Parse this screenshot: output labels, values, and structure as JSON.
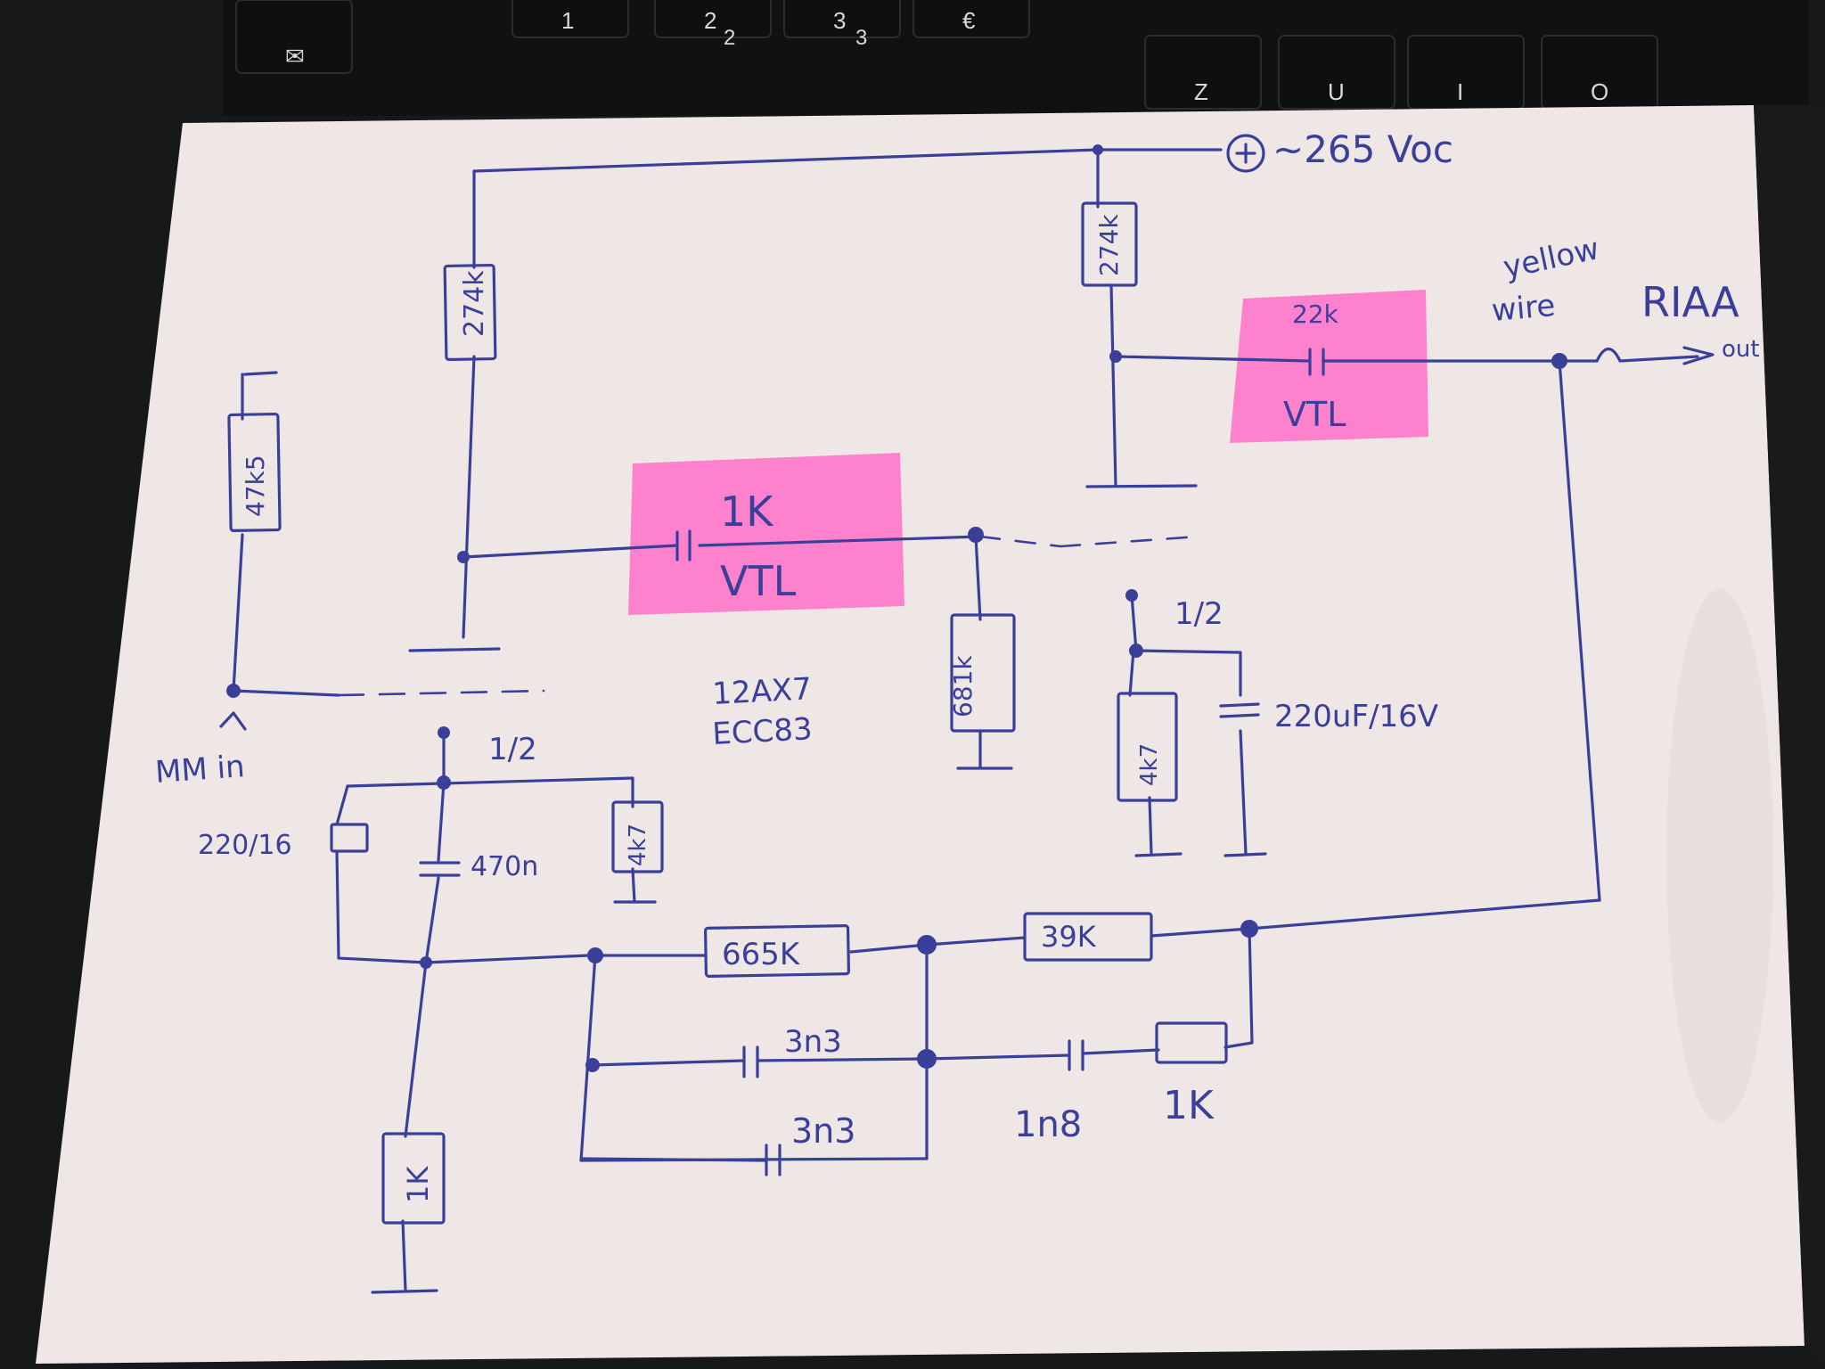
{
  "keyboard": {
    "keys": [
      "✉",
      "1",
      "2",
      "3",
      "€",
      "Z",
      "U",
      "I",
      "O"
    ],
    "subkeys": [
      "2",
      "3"
    ]
  },
  "supply": {
    "label": "~265 Voc",
    "symbol": "+"
  },
  "resistors": {
    "r_plate1": "274k",
    "r_plate2": "274k",
    "r_grid": "47k5",
    "r_grid2": "681k",
    "r_cath1": "4k7",
    "r_cath2": "4k7",
    "r_fb1": "665K",
    "r_fb2": "39K",
    "r_fb3": "1K",
    "r_gnd": "1K"
  },
  "capacitors": {
    "c_out_value": "22k",
    "c_out_brand": "VTL",
    "c_couple_value": "1K",
    "c_couple_brand": "VTL",
    "c_cath2": "220uF/16V",
    "c_cath1_elec": "220/16",
    "c_cath1_film": "470n",
    "c_fb1": "3n3",
    "c_fb2": "3n3",
    "c_fb3": "1n8"
  },
  "tube": {
    "type1": "12AX7",
    "type2": "ECC83",
    "half_a": "1/2",
    "half_b": "1/2"
  },
  "labels": {
    "input": "MM in",
    "yellow": "yellow",
    "wire": "wire",
    "riaa": "RIAA",
    "out": "out"
  }
}
